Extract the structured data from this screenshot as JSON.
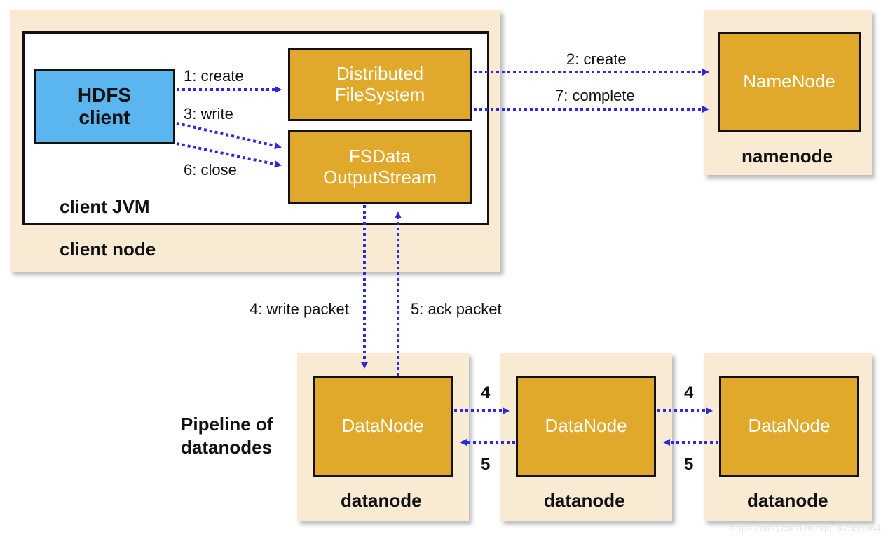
{
  "client": {
    "node_label": "client node",
    "jvm_label": "client JVM",
    "hdfs_client": "HDFS\nclient",
    "distributed_fs": "Distributed\nFileSystem",
    "fsdata_stream": "FSData\nOutputStream"
  },
  "namenode": {
    "box": "NameNode",
    "label": "namenode"
  },
  "pipeline_label": "Pipeline of\ndatanodes",
  "datanodes": [
    {
      "box": "DataNode",
      "label": "datanode"
    },
    {
      "box": "DataNode",
      "label": "datanode"
    },
    {
      "box": "DataNode",
      "label": "datanode"
    }
  ],
  "edges": {
    "create1": "1: create",
    "write3": "3: write",
    "close6": "6: close",
    "create2": "2: create",
    "complete7": "7: complete",
    "write_packet4": "4: write packet",
    "ack_packet5": "5: ack packet",
    "dn_fwd_1": "4",
    "dn_back_1": "5",
    "dn_fwd_2": "4",
    "dn_back_2": "5"
  },
  "colors": {
    "panel": "#f8ead3",
    "node_box": "#e1a92c",
    "client_box": "#5bb6ef",
    "arrow": "#2b2bd9"
  },
  "watermark": "https://blog.csdn.net/qq_42859864"
}
